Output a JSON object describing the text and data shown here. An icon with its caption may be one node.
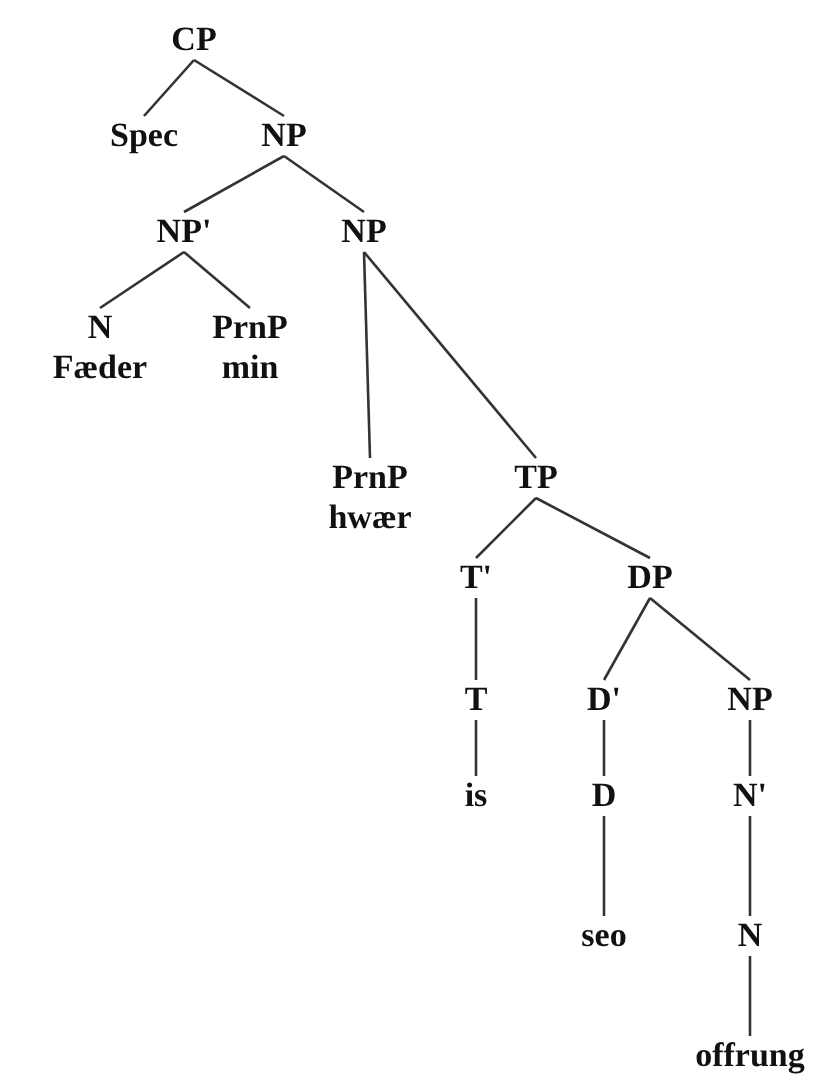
{
  "diagram": {
    "nodes": [
      {
        "text": [
          "CP"
        ]
      },
      {
        "text": [
          "Spec"
        ]
      },
      {
        "text": [
          "NP"
        ]
      },
      {
        "text": [
          "NP'"
        ]
      },
      {
        "text": [
          "NP"
        ]
      },
      {
        "text": [
          "N",
          "Fæder"
        ]
      },
      {
        "text": [
          "PrnP",
          "min"
        ]
      },
      {
        "text": [
          "PrnP",
          "hwær"
        ]
      },
      {
        "text": [
          "TP"
        ]
      },
      {
        "text": [
          "T'"
        ]
      },
      {
        "text": [
          "DP"
        ]
      },
      {
        "text": [
          "T"
        ]
      },
      {
        "text": [
          "D'"
        ]
      },
      {
        "text": [
          "NP"
        ]
      },
      {
        "text": [
          "is"
        ]
      },
      {
        "text": [
          "D"
        ]
      },
      {
        "text": [
          "N'"
        ]
      },
      {
        "text": [
          "seo"
        ]
      },
      {
        "text": [
          "N"
        ]
      },
      {
        "text": [
          "offrung"
        ]
      }
    ],
    "edges": [
      {
        "from": 0,
        "to": 1,
        "arrow": "none"
      },
      {
        "from": 0,
        "to": 2,
        "arrow": "none"
      },
      {
        "from": 2,
        "to": 3,
        "arrow": "none"
      },
      {
        "from": 2,
        "to": 4,
        "arrow": "none"
      },
      {
        "from": 3,
        "to": 5,
        "arrow": "none"
      },
      {
        "from": 3,
        "to": 6,
        "arrow": "none"
      },
      {
        "from": 4,
        "to": 7,
        "arrow": "none"
      },
      {
        "from": 4,
        "to": 8,
        "arrow": "none"
      },
      {
        "from": 8,
        "to": 9,
        "arrow": "none"
      },
      {
        "from": 8,
        "to": 10,
        "arrow": "none"
      },
      {
        "from": 9,
        "to": 11,
        "arrow": "none"
      },
      {
        "from": 11,
        "to": 14,
        "arrow": "none"
      },
      {
        "from": 10,
        "to": 12,
        "arrow": "none"
      },
      {
        "from": 10,
        "to": 13,
        "arrow": "none"
      },
      {
        "from": 12,
        "to": 15,
        "arrow": "none"
      },
      {
        "from": 15,
        "to": 17,
        "arrow": "none"
      },
      {
        "from": 13,
        "to": 16,
        "arrow": "none"
      },
      {
        "from": 16,
        "to": 18,
        "arrow": "none"
      },
      {
        "from": 18,
        "to": 19,
        "arrow": "none"
      }
    ]
  }
}
